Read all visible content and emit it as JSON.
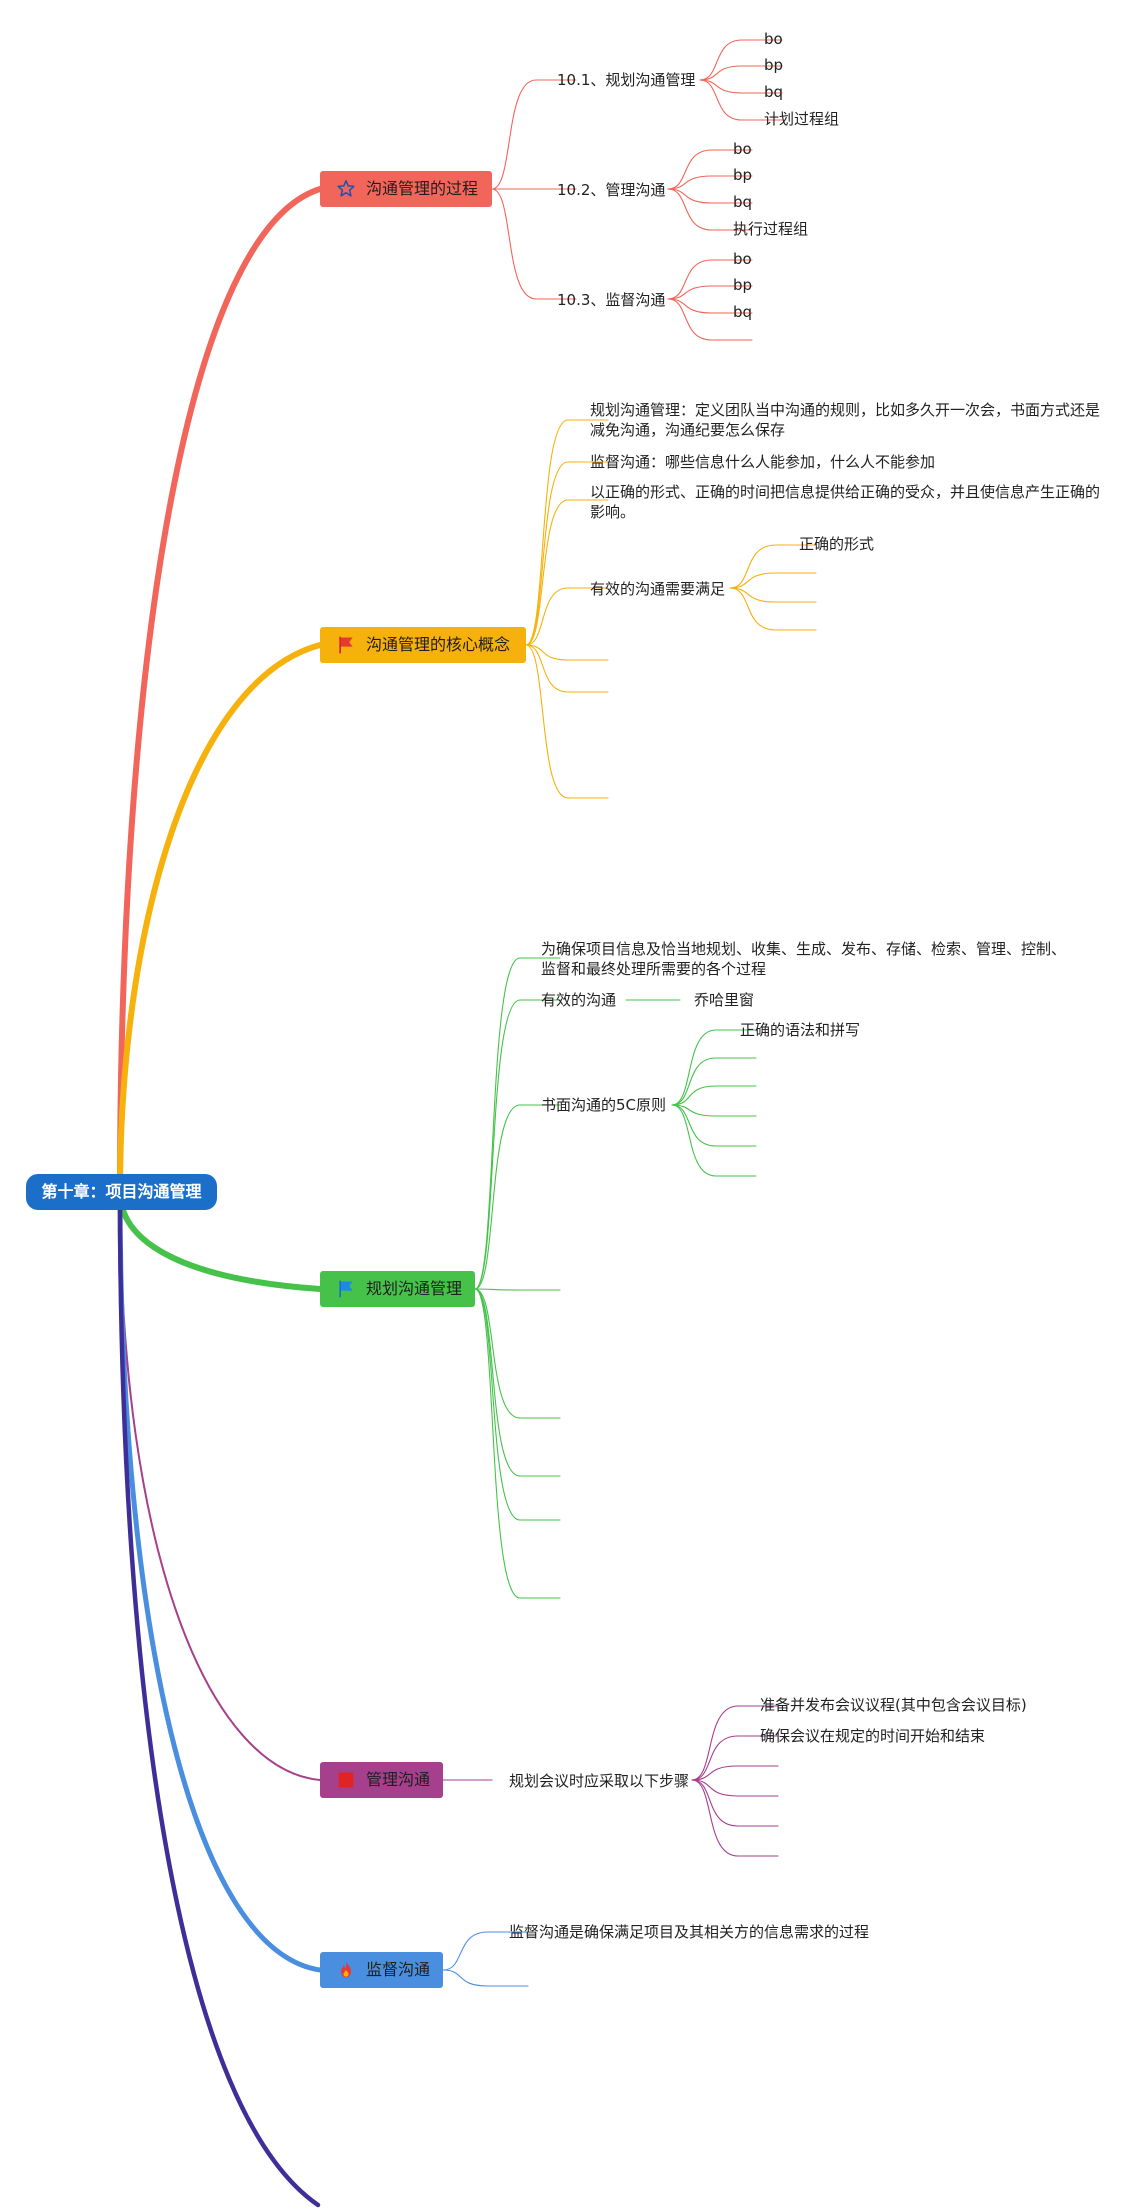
{
  "root": {
    "label": "第十章：项目沟通管理",
    "color": "#1c6fc9"
  },
  "branches": [
    {
      "label": "沟通管理的过程",
      "icon": "star-icon",
      "color": "#f2655a",
      "children": [
        {
          "label": "10.1、规划沟通管理",
          "children": [
            "bo",
            "bp",
            "bq",
            "计划过程组"
          ]
        },
        {
          "label": "10.2、管理沟通",
          "children": [
            "bo",
            "bp",
            "bq",
            "执行过程组"
          ]
        },
        {
          "label": "10.3、监督沟通",
          "children": [
            "bo",
            "bp",
            "bq",
            ""
          ]
        }
      ]
    },
    {
      "label": "沟通管理的核心概念",
      "icon": "red-flag-icon",
      "color": "#f6b10c",
      "children": [
        "规划沟通管理：定义团队当中沟通的规则，比如多久开一次会，书面方式还是减免沟通，沟通纪要怎么保存",
        "监督沟通：哪些信息什么人能参加，什么人不能参加",
        "以正确的形式、正确的时间把信息提供给正确的受众，并且使信息产生正确的影响。",
        "有效的沟通需要满足",
        "正确的形式"
      ]
    },
    {
      "label": "规划沟通管理",
      "icon": "blue-flag-icon",
      "color": "#46c24a",
      "children": [
        "为确保项目信息及恰当地规划、收集、生成、发布、存储、检索、管理、控制、监督和最终处理所需要的各个过程",
        "有效的沟通",
        "乔哈里窗",
        "书面沟通的5C原则",
        "正确的语法和拼写"
      ]
    },
    {
      "label": "管理沟通",
      "icon": "red-square-icon",
      "color": "#a63f8c",
      "children": [
        "规划会议时应采取以下步骤",
        "准备并发布会议议程(其中包含会议目标)",
        "确保会议在规定的时间开始和结束"
      ]
    },
    {
      "label": "监督沟通",
      "icon": "fire-icon",
      "color": "#4a8ee0",
      "children": [
        "监督沟通是确保满足项目及其相关方的信息需求的过程"
      ]
    }
  ],
  "tail_color": "#3e2e98"
}
